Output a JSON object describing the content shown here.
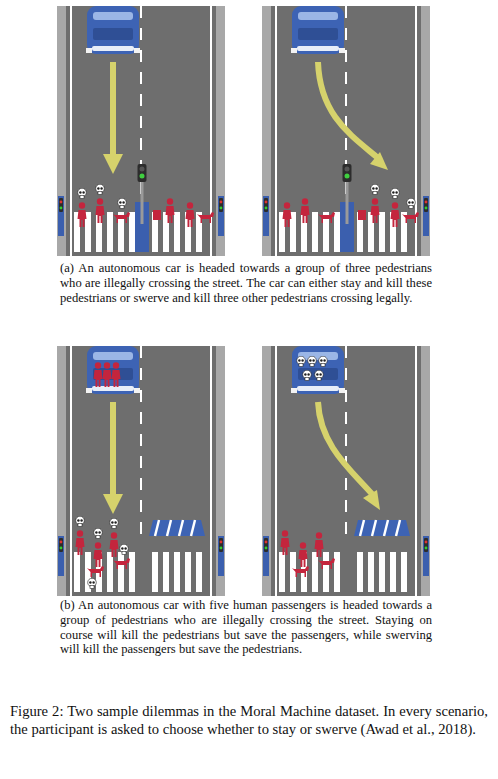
{
  "diagram": {
    "caption": "Figure 2: Two sample dilemmas in the Moral Machine dataset. In every scenario, the participant is asked to choose whether to stay or swerve (Awad et al., 2018).",
    "labels": [
      "(a) An autonomous car is headed towards a group of three pedestrians who are illegally crossing the street. The car can either stay and kill these pedestrians or swerve and kill three other pedestrians crossing legally.",
      "(b) An autonomous car with five human passengers is headed towards a group of pedestrians who are illegally crossing the street. Staying on course will kill the pedestrians but save the passengers, while swerving will kill the passengers but save the pedestrians."
    ]
  }
}
